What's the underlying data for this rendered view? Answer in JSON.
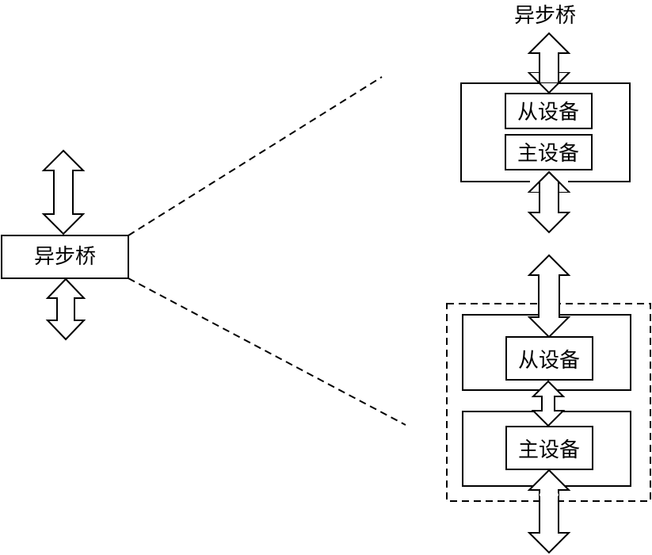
{
  "diagram": {
    "left_bridge_label": "异步桥",
    "top_bridge_title": "异步桥",
    "top_slave_label": "从设备",
    "top_master_label": "主设备",
    "bottom_slave_label": "从设备",
    "bottom_master_label": "主设备"
  },
  "colors": {
    "stroke": "#000000",
    "fill": "#ffffff"
  }
}
